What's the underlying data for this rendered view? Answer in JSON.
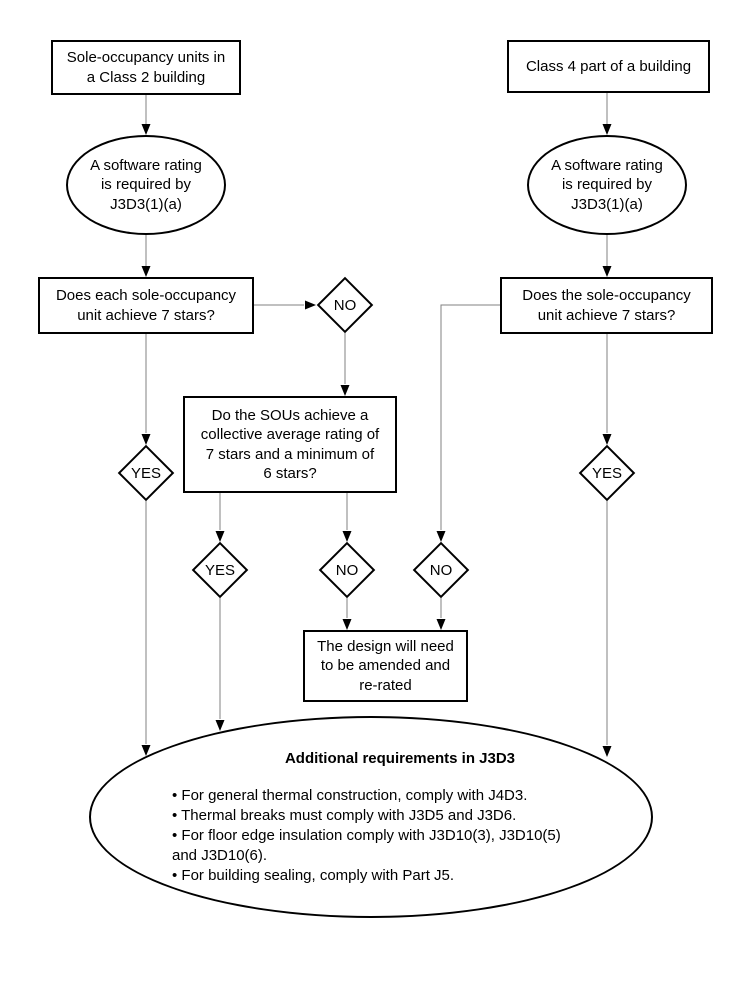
{
  "colors": {
    "shape_stroke": "#000000",
    "connector": "#808080",
    "arrowhead": "#000000",
    "background": "#ffffff",
    "text": "#000000"
  },
  "nodes": {
    "class2": {
      "text": "Sole-occupancy units in\na Class 2 building"
    },
    "class4": {
      "text": "Class 4 part of a building"
    },
    "software_rating_left": {
      "text": "A software rating\nis required by\nJ3D3(1)(a)"
    },
    "software_rating_right": {
      "text": "A software rating\nis required by\nJ3D3(1)(a)"
    },
    "each_sou_question": {
      "text": "Does each sole-occupancy\nunit achieve 7 stars?"
    },
    "single_sou_question": {
      "text": "Does the sole-occupancy\nunit achieve 7 stars?"
    },
    "sous_average_question": {
      "text": "Do the SOUs achieve a\ncollective average rating of\n7 stars and a minimum of\n6 stars?"
    },
    "design_amend": {
      "text": "The design will need\nto be amended and\nre-rated"
    },
    "additional_requirements": {
      "title": "Additional requirements in J3D3",
      "lines": [
        "• For general thermal construction, comply with J4D3.",
        "• Thermal breaks must comply with J3D5 and J3D6.",
        "• For floor edge insulation comply with J3D10(3), J3D10(5)",
        "and J3D10(6).",
        "• For building sealing, comply with Part J5."
      ]
    }
  },
  "decisions": {
    "no_from_each_sou": "NO",
    "yes_from_each_sou": "YES",
    "yes_from_average": "YES",
    "no_from_average": "NO",
    "no_from_single_sou": "NO",
    "yes_from_single_sou": "YES"
  }
}
